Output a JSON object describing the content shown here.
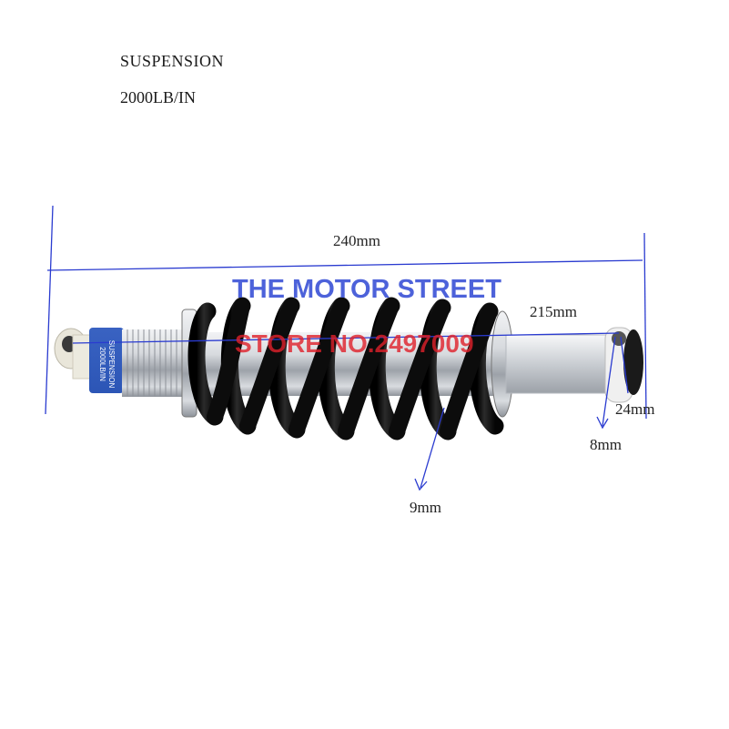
{
  "spec": {
    "line1": "SUSPENSION",
    "line2": "2000LB/IN"
  },
  "dimensions": {
    "overall_length": "240mm",
    "eye_to_eye": "215mm",
    "eye_width": "24mm",
    "bolt_hole": "8mm",
    "spring_wire": "9mm"
  },
  "watermark": {
    "line1": "THE MOTOR STREET",
    "line2": "STORE NO.2497009"
  },
  "label_on_body": {
    "line1": "SUSPENSION",
    "line2": "2000LB/IN"
  },
  "colors": {
    "dimension_line": "#2a3bd0",
    "spring": "#111111",
    "chrome": "#c8ccd2",
    "label_band": "#1848b8",
    "watermark_blue": "#3a52d6",
    "watermark_red": "#e0202a"
  }
}
